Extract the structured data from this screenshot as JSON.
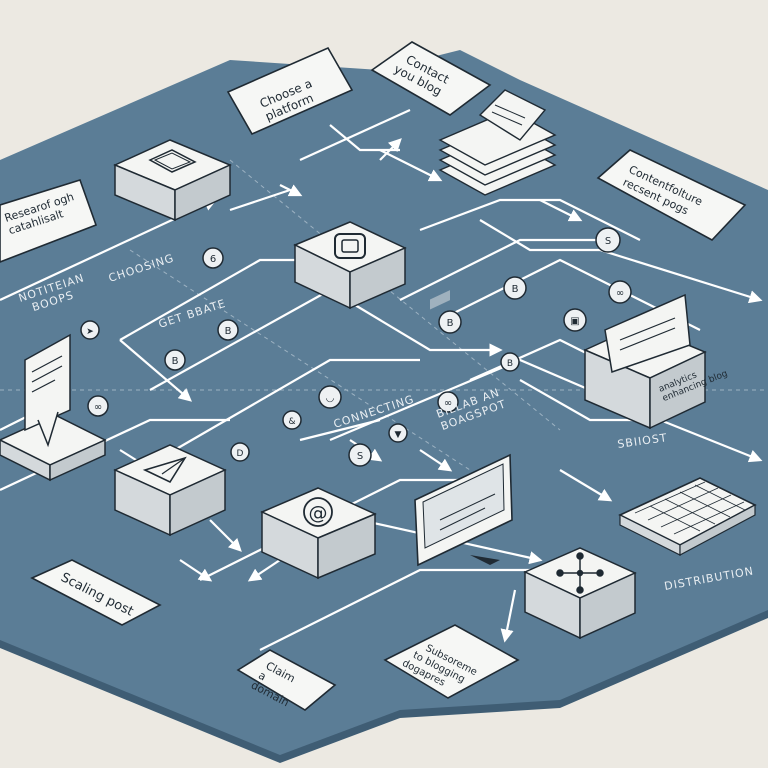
{
  "labels": {
    "choose_a_platform": [
      "Choose a",
      "platform"
    ],
    "contact_your_blog": [
      "Contact",
      "you blog"
    ],
    "content_recent_posts": [
      "Contentfolture",
      "recsent pogs"
    ],
    "research_categories": [
      "Researof ogh",
      "catahlisalt"
    ],
    "scaling_posts": "Scaling post",
    "claim_a_domain": [
      "Claim",
      "a",
      "domain"
    ],
    "subscribe_to_blog": [
      "Subsoreme",
      "to blogging",
      "dogapres"
    ],
    "notifications_blogs": [
      "NOTITEIAN",
      "BOOPS"
    ],
    "choosing": "CHOOSING",
    "get_started": "GET BBATE",
    "connecting": "CONNECTING",
    "blogs_blogspot": [
      "BILLAB AN",
      "BOAGSPOT"
    ],
    "select": "SBIIOST",
    "distribution": "DISTRIBUTION",
    "analytics_blog": [
      "analytics",
      "enhancing blog"
    ]
  },
  "colors": {
    "board": "#5b7d96",
    "board_edge": "#3f5d74",
    "backdrop": "#ece9e2",
    "node_top": "#f4f5f3",
    "node_side": "#d4d9dc",
    "line": "#ffffff",
    "ink": "#1f2a33"
  },
  "icons": [
    "email-icon",
    "at-sign-icon",
    "network-icon",
    "document-stack-icon",
    "laptop-icon",
    "keyboard-icon",
    "bookmark-icon",
    "paper-plane-icon",
    "blog-b-icon",
    "link-icon"
  ]
}
